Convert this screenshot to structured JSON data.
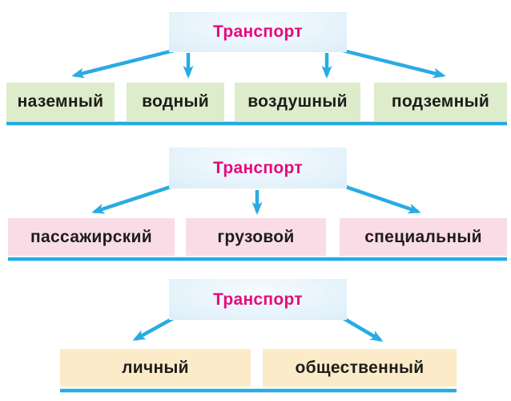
{
  "colors": {
    "background": "#ffffff",
    "root_box_center": "#f6fbfe",
    "root_box_mid": "#e2f1fa",
    "root_box_edge": "#c9e4f4",
    "root_label": "#e60a7e",
    "green_box": "#ddeccb",
    "pink_box": "#fadce7",
    "yellow_box": "#fcebc8",
    "arrow": "#29abe2",
    "label_text": "#1d1d1b"
  },
  "diagrams": [
    {
      "root_label": "Транспорт",
      "children": [
        {
          "label": "наземный"
        },
        {
          "label": "водный"
        },
        {
          "label": "воздушный"
        },
        {
          "label": "подземный"
        }
      ]
    },
    {
      "root_label": "Транспорт",
      "children": [
        {
          "label": "пассажирский"
        },
        {
          "label": "грузовой"
        },
        {
          "label": "специальный"
        }
      ]
    },
    {
      "root_label": "Транспорт",
      "children": [
        {
          "label": "личный"
        },
        {
          "label": "общественный"
        }
      ]
    }
  ]
}
